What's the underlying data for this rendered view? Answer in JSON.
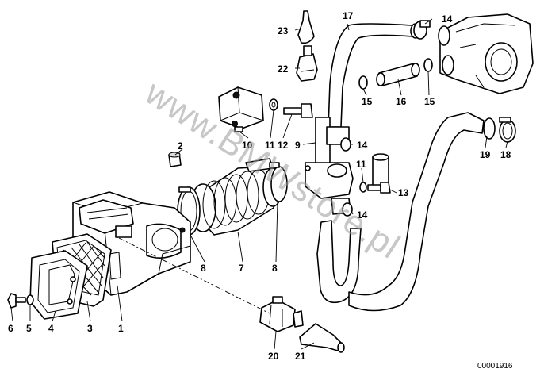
{
  "diagram": {
    "watermark": "www.BMWstore.pl",
    "drawing_code": "00001916",
    "callouts": [
      {
        "id": "c1",
        "text": "1"
      },
      {
        "id": "c2",
        "text": "2"
      },
      {
        "id": "c3",
        "text": "3"
      },
      {
        "id": "c4",
        "text": "4"
      },
      {
        "id": "c5",
        "text": "5"
      },
      {
        "id": "c6",
        "text": "6"
      },
      {
        "id": "c7",
        "text": "7"
      },
      {
        "id": "c8a",
        "text": "8"
      },
      {
        "id": "c8b",
        "text": "8"
      },
      {
        "id": "c9",
        "text": "9"
      },
      {
        "id": "c10",
        "text": "10"
      },
      {
        "id": "c11a",
        "text": "11"
      },
      {
        "id": "c11b",
        "text": "11"
      },
      {
        "id": "c12",
        "text": "12"
      },
      {
        "id": "c13",
        "text": "13"
      },
      {
        "id": "c14a",
        "text": "14"
      },
      {
        "id": "c14b",
        "text": "14"
      },
      {
        "id": "c14c",
        "text": "14"
      },
      {
        "id": "c15a",
        "text": "15"
      },
      {
        "id": "c15b",
        "text": "15"
      },
      {
        "id": "c16",
        "text": "16"
      },
      {
        "id": "c17",
        "text": "17"
      },
      {
        "id": "c18",
        "text": "18"
      },
      {
        "id": "c19",
        "text": "19"
      },
      {
        "id": "c20",
        "text": "20"
      },
      {
        "id": "c21",
        "text": "21"
      },
      {
        "id": "c22",
        "text": "22"
      },
      {
        "id": "c23",
        "text": "23"
      }
    ]
  }
}
